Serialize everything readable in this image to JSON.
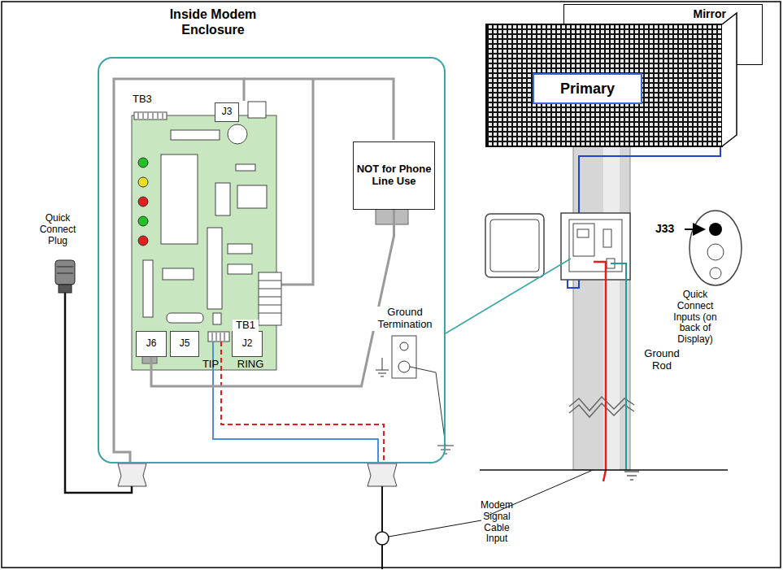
{
  "diagram": {
    "nodes": [
      {
        "text": [
          "Inside Modem Enclosure"
        ]
      },
      {
        "text": [
          "J3"
        ],
        "in": 0
      },
      {
        "text": [
          "NOT for Phone Line Use"
        ],
        "in": 0
      },
      {
        "text": [
          "J6"
        ],
        "in": 0
      },
      {
        "text": [
          "J5"
        ],
        "in": 0
      },
      {
        "text": [
          "J2"
        ],
        "in": 0
      },
      {
        "text": [
          "Mirror"
        ]
      },
      {
        "text": [
          "Primary"
        ]
      }
    ],
    "edges": [
      {
        "from": 3,
        "to": 2,
        "arrow": "none"
      }
    ],
    "labels": [
      "TB3",
      "Quick Connect Plug",
      "TIP",
      "RING",
      "TB1",
      "Ground Termination",
      "Ground Rod",
      "J33",
      "Quick Connect Inputs (on back of Display)",
      "Modem Signal Cable Input"
    ]
  }
}
